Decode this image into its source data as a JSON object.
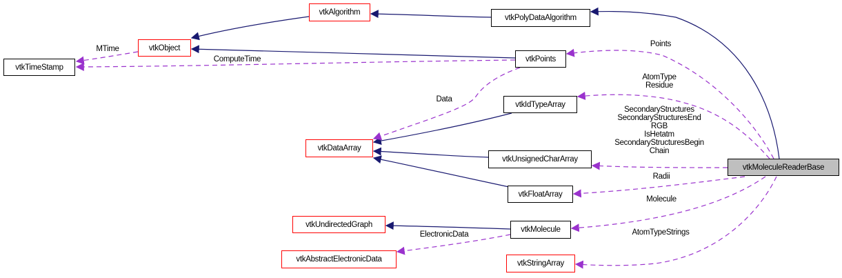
{
  "colors": {
    "inherit_edge": "#191970",
    "usage_edge": "#9a32cd",
    "documented_border": "#000000",
    "undocumented_border": "#ff0000",
    "focus_fill": "#bfbfbf"
  },
  "nodes": {
    "timestamp": {
      "label": "vtkTimeStamp",
      "documented": true
    },
    "object": {
      "label": "vtkObject",
      "documented": false
    },
    "algorithm": {
      "label": "vtkAlgorithm",
      "documented": false
    },
    "polydataalgorithm": {
      "label": "vtkPolyDataAlgorithm",
      "documented": true
    },
    "points": {
      "label": "vtkPoints",
      "documented": true
    },
    "idtypearray": {
      "label": "vtkIdTypeArray",
      "documented": true
    },
    "dataarray": {
      "label": "vtkDataArray",
      "documented": false
    },
    "unsignedchararray": {
      "label": "vtkUnsignedCharArray",
      "documented": true
    },
    "floatarray": {
      "label": "vtkFloatArray",
      "documented": true
    },
    "undirectedgraph": {
      "label": "vtkUndirectedGraph",
      "documented": false
    },
    "molecule": {
      "label": "vtkMolecule",
      "documented": true
    },
    "abstractelectronicdata": {
      "label": "vtkAbstractElectronicData",
      "documented": false
    },
    "stringarray": {
      "label": "vtkStringArray",
      "documented": false
    },
    "moleculereaderbase": {
      "label": "vtkMoleculeReaderBase",
      "documented": true,
      "focus": true
    }
  },
  "edges": {
    "mtime": {
      "from": "object",
      "to": "timestamp",
      "type": "usage",
      "label": "MTime"
    },
    "computetime": {
      "from": "points",
      "to": "timestamp",
      "type": "usage",
      "label": "ComputeTime"
    },
    "object_algorithm": {
      "from": "algorithm",
      "to": "object",
      "type": "inherit"
    },
    "object_points": {
      "from": "points",
      "to": "object",
      "type": "inherit"
    },
    "algorithm_polydata": {
      "from": "polydataalgorithm",
      "to": "algorithm",
      "type": "inherit"
    },
    "polydata_reader": {
      "from": "moleculereaderbase",
      "to": "polydataalgorithm",
      "type": "inherit"
    },
    "data": {
      "from": "points",
      "to": "dataarray",
      "type": "usage",
      "label": "Data"
    },
    "idtype_dataarray": {
      "from": "idtypearray",
      "to": "dataarray",
      "type": "inherit"
    },
    "uchar_dataarray": {
      "from": "unsignedchararray",
      "to": "dataarray",
      "type": "inherit"
    },
    "float_dataarray": {
      "from": "floatarray",
      "to": "dataarray",
      "type": "inherit"
    },
    "molecule_graph": {
      "from": "molecule",
      "to": "undirectedgraph",
      "type": "inherit"
    },
    "electronicdata": {
      "from": "molecule",
      "to": "abstractelectronicdata",
      "type": "usage",
      "label": "ElectronicData"
    },
    "reader_points": {
      "from": "moleculereaderbase",
      "to": "points",
      "type": "usage",
      "label": "Points"
    },
    "reader_idtype": {
      "from": "moleculereaderbase",
      "to": "idtypearray",
      "type": "usage",
      "label_lines": [
        "AtomType",
        "Residue"
      ]
    },
    "reader_uchar": {
      "from": "moleculereaderbase",
      "to": "unsignedchararray",
      "type": "usage",
      "label_lines": [
        "SecondaryStructures",
        "SecondaryStructuresEnd",
        "RGB",
        "IsHetatm",
        "SecondaryStructuresBegin",
        "Chain"
      ]
    },
    "reader_float": {
      "from": "moleculereaderbase",
      "to": "floatarray",
      "type": "usage",
      "label": "Radii"
    },
    "reader_molecule": {
      "from": "moleculereaderbase",
      "to": "molecule",
      "type": "usage",
      "label": "Molecule"
    },
    "reader_stringarray": {
      "from": "moleculereaderbase",
      "to": "stringarray",
      "type": "usage",
      "label": "AtomTypeStrings"
    }
  }
}
